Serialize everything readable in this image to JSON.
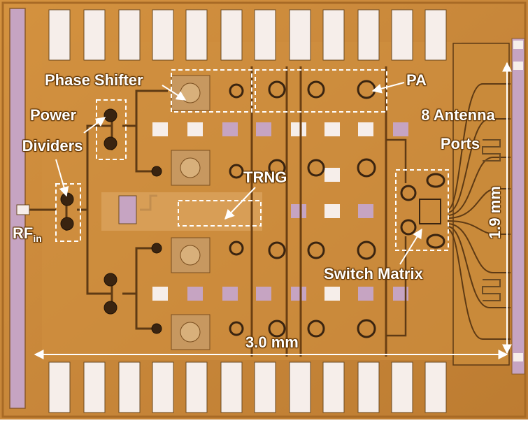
{
  "labels": {
    "phase_shifter": "Phase Shifter",
    "pa": "PA",
    "power": "Power",
    "dividers": "Dividers",
    "antenna_line1": "8 Antenna",
    "antenna_line2": "Ports",
    "trng": "TRNG",
    "rf_main": "RF",
    "rf_sub": "in",
    "dim_height": "1.9 mm",
    "switch_matrix": "Switch Matrix",
    "dim_width": "3.0 mm"
  },
  "colors": {
    "die": "#c98a3a",
    "die_light": "#dca25a",
    "metal": "#b9772c",
    "trace": "#5e3a14",
    "pad": "#f6eeea",
    "pad_purple": "#c6a4c2",
    "annotation": "#ffffff"
  }
}
